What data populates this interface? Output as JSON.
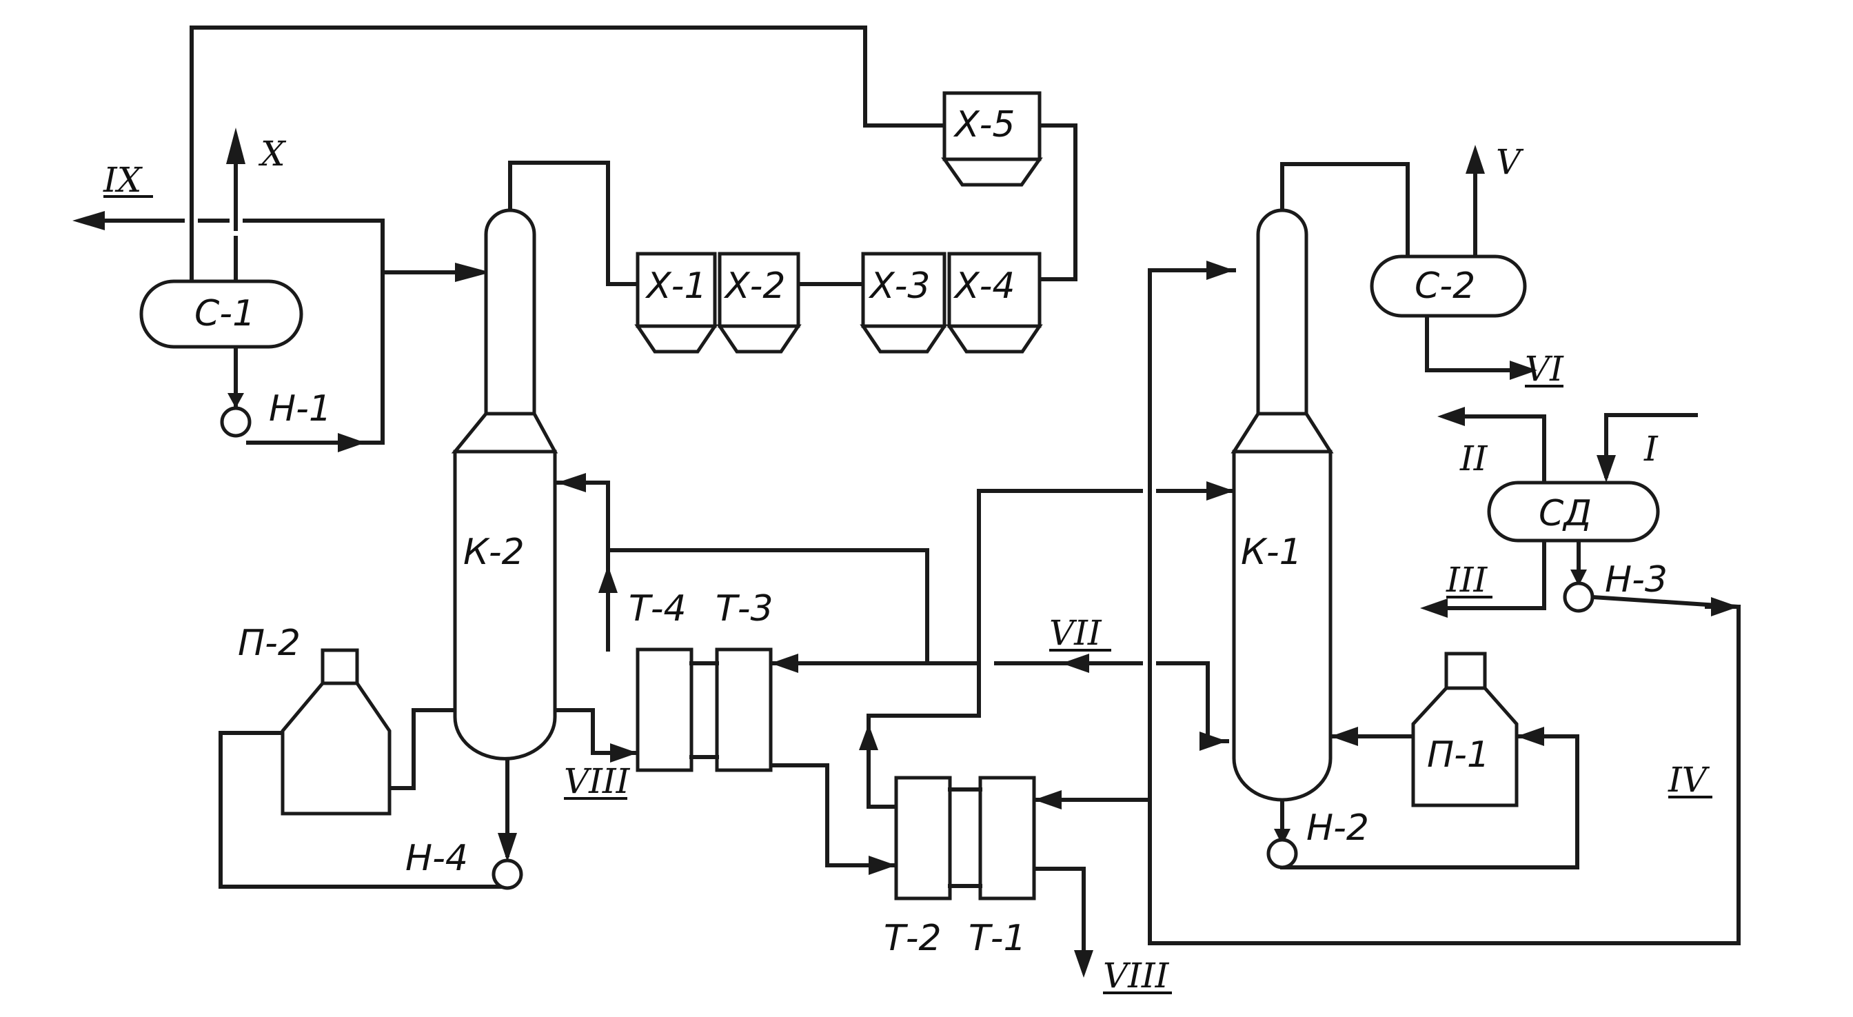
{
  "diagram": {
    "equipment": {
      "c1": "С-1",
      "c2": "С-2",
      "cd": "СД",
      "k1": "К-1",
      "k2": "К-2",
      "h1": "Н-1",
      "h2": "Н-2",
      "h3": "Н-3",
      "h4": "Н-4",
      "p1": "П-1",
      "p2": "П-2",
      "t1": "Т-1",
      "t2": "Т-2",
      "t3": "Т-3",
      "t4": "Т-4",
      "x1": "Х-1",
      "x2": "Х-2",
      "x3": "Х-3",
      "x4": "Х-4",
      "x5": "Х-5"
    },
    "streams": {
      "s1": "I",
      "s2": "II",
      "s3": "III",
      "s4": "IV",
      "s5": "V",
      "s6": "VI",
      "s7": "VII",
      "s8a": "VIII",
      "s8b": "VIII",
      "s9": "IX",
      "s10": "X"
    },
    "colors": {
      "line": "#1a1a1a",
      "background": "#ffffff"
    }
  }
}
